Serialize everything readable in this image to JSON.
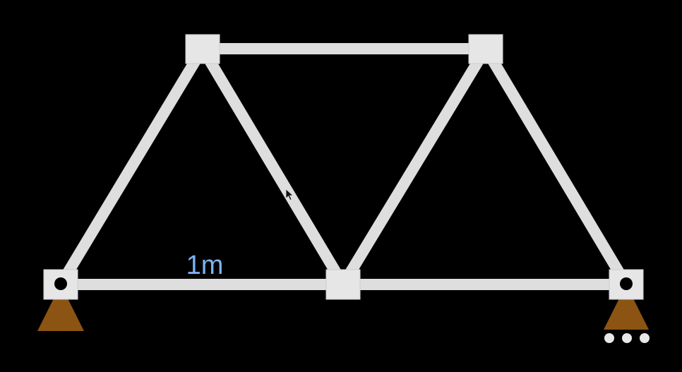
{
  "diagram": {
    "type": "truss",
    "span_label": "1m",
    "colors": {
      "background": "#000000",
      "member": "#dedede",
      "member_edge": "#b8b8b8",
      "joint": "#e6e6e6",
      "pin_hole": "#000000",
      "support": "#8b5413",
      "roller_wheel": "#e8e8e8",
      "label": "#7ab4f2"
    },
    "supports": [
      {
        "name": "pin-support",
        "kind": "pin"
      },
      {
        "name": "roller-support",
        "kind": "roller"
      }
    ]
  }
}
